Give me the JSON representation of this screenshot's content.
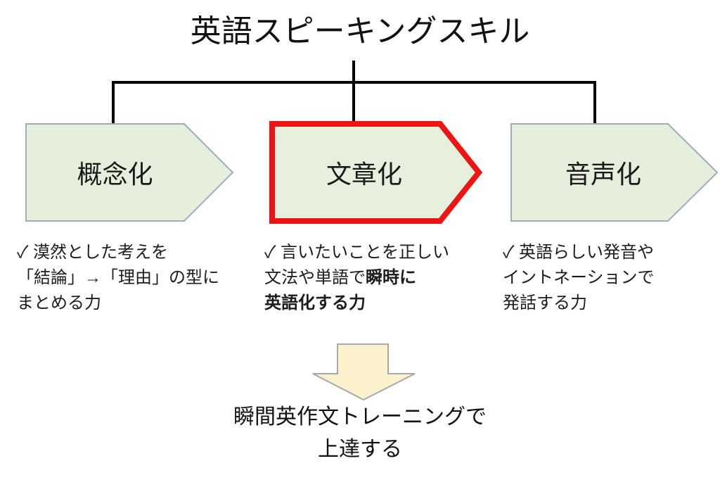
{
  "title": "英語スピーキングスキル",
  "stages": [
    {
      "id": "conceptualization",
      "label": "概念化",
      "highlighted": false,
      "description_lines": [
        [
          {
            "text": "✓ 漠然とした考えを",
            "bold": false
          }
        ],
        [
          {
            "text": "「結論」→「理由」の型に",
            "bold": false
          }
        ],
        [
          {
            "text": "まとめる力",
            "bold": false
          }
        ]
      ]
    },
    {
      "id": "sentence-formation",
      "label": "文章化",
      "highlighted": true,
      "description_lines": [
        [
          {
            "text": "✓ 言いたいことを正しい",
            "bold": false
          }
        ],
        [
          {
            "text": "文法や単語で",
            "bold": false
          },
          {
            "text": "瞬時に",
            "bold": true
          }
        ],
        [
          {
            "text": "英語化する力",
            "bold": true
          }
        ]
      ]
    },
    {
      "id": "vocalization",
      "label": "音声化",
      "highlighted": false,
      "description_lines": [
        [
          {
            "text": "✓ 英語らしい発音や",
            "bold": false
          }
        ],
        [
          {
            "text": "イントネーションで",
            "bold": false
          }
        ],
        [
          {
            "text": "発話する力",
            "bold": false
          }
        ]
      ]
    }
  ],
  "conclusion": {
    "line1": "瞬間英作文トレーニングで",
    "line2": "上達する"
  },
  "colors": {
    "chevron_fill": "#e5efdb",
    "chevron_border": "#9bafb8",
    "highlight_border": "#ee1414",
    "down_arrow_fill": "#fcf1cd",
    "down_arrow_border": "#a8a8a8",
    "connector": "#000000",
    "text": "#1a1a1a",
    "background": "#ffffff"
  }
}
